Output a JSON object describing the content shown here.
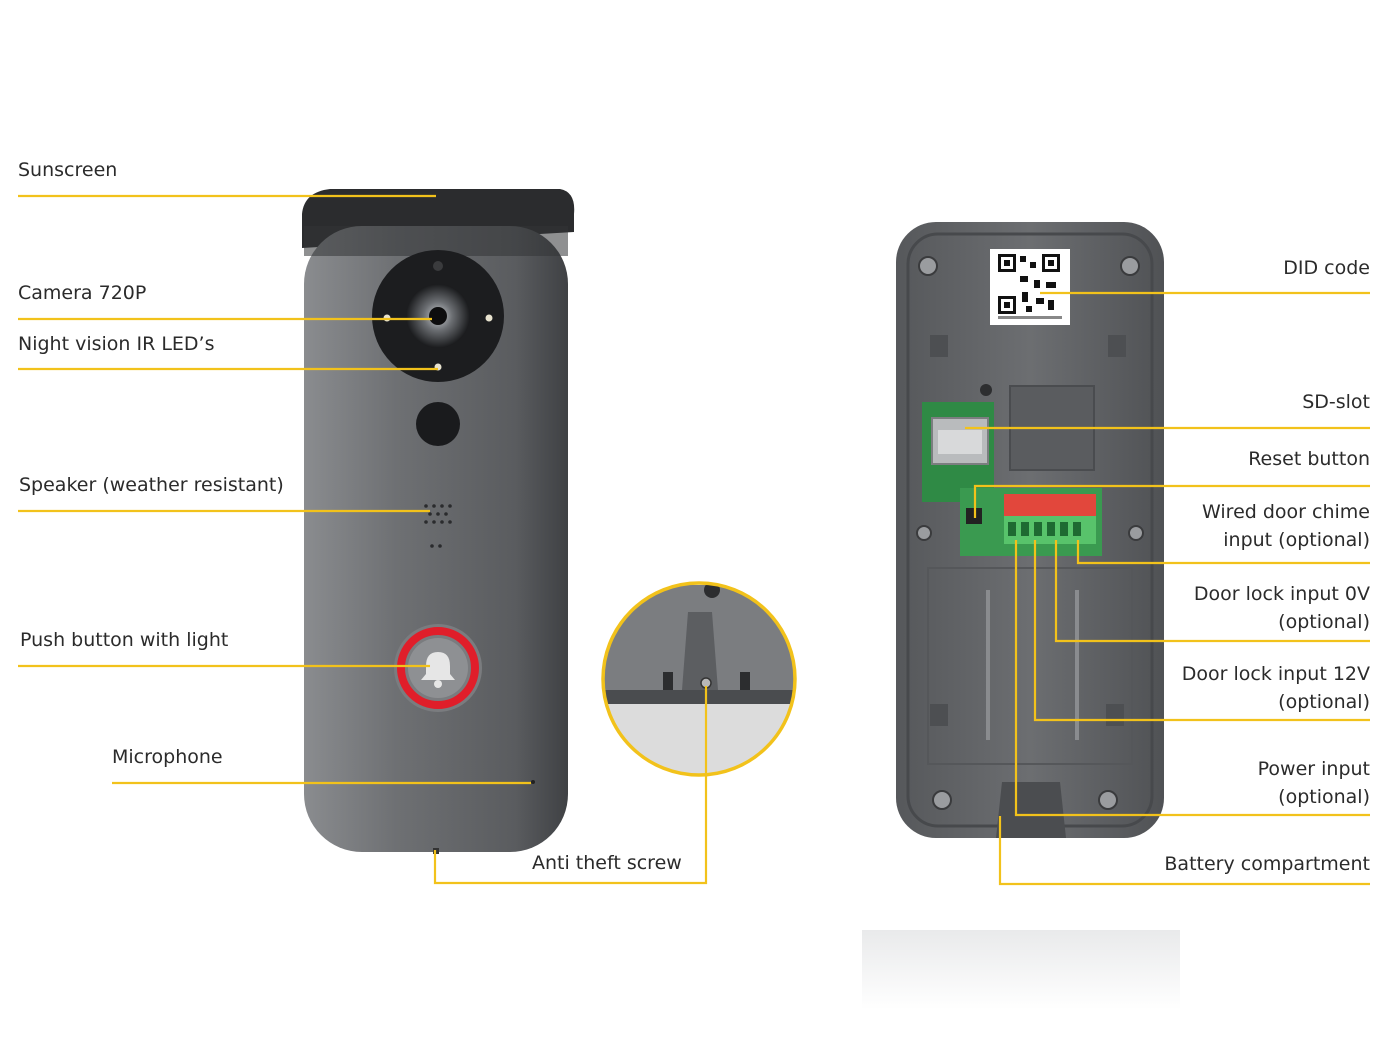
{
  "colors": {
    "leader": "#f2c21b",
    "housing": "#6b6d70",
    "housing_dark": "#3e4043",
    "ring_red": "#e01e2a",
    "pcb_green": "#2f8a45",
    "terminal_red": "#e2473c"
  },
  "labels": {
    "sunscreen": "Sunscreen",
    "camera": "Camera 720P",
    "ir_leds": "Night vision IR LED’s",
    "speaker": "Speaker (weather resistant)",
    "push_button": "Push button with light",
    "microphone": "Microphone",
    "anti_theft": "Anti theft screw",
    "did_code": "DID code",
    "sd_slot": "SD-slot",
    "reset": "Reset button",
    "chime_1": "Wired door chime",
    "chime_2": "input (optional)",
    "lock0v_1": "Door lock input 0V",
    "lock0v_2": "(optional)",
    "lock12v_1": "Door lock input 12V",
    "lock12v_2": "(optional)",
    "power_1": "Power input",
    "power_2": "(optional)",
    "battery": "Battery compartment"
  },
  "icons": {
    "bell": "bell-icon",
    "qr": "qr-code-icon",
    "screw": "screw-icon"
  }
}
